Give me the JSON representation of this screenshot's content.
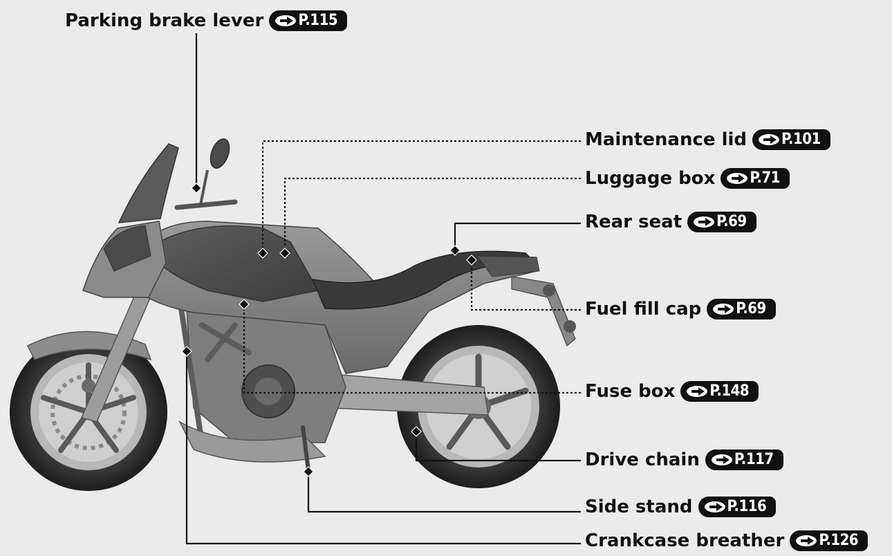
{
  "labels": {
    "parking_brake_lever": {
      "text": "Parking brake lever",
      "page": "P.115"
    },
    "maintenance_lid": {
      "text": "Maintenance lid",
      "page": "P.101"
    },
    "luggage_box": {
      "text": "Luggage box",
      "page": "P.71"
    },
    "rear_seat": {
      "text": "Rear seat",
      "page": "P.69"
    },
    "fuel_fill_cap": {
      "text": "Fuel fill cap",
      "page": "P.69"
    },
    "fuse_box": {
      "text": "Fuse box",
      "page": "P.148"
    },
    "drive_chain": {
      "text": "Drive chain",
      "page": "P.117"
    },
    "side_stand": {
      "text": "Side stand",
      "page": "P.116"
    },
    "crankcase_breather": {
      "text": "Crankcase breather",
      "page": "P.126"
    }
  },
  "icons": {
    "page_reference": "right-arrow-icon"
  },
  "colors": {
    "background": "#ebebeb",
    "text": "#111111",
    "badge": "#111111",
    "badge_text": "#ffffff",
    "motorcycle": "#7a7a7a"
  }
}
